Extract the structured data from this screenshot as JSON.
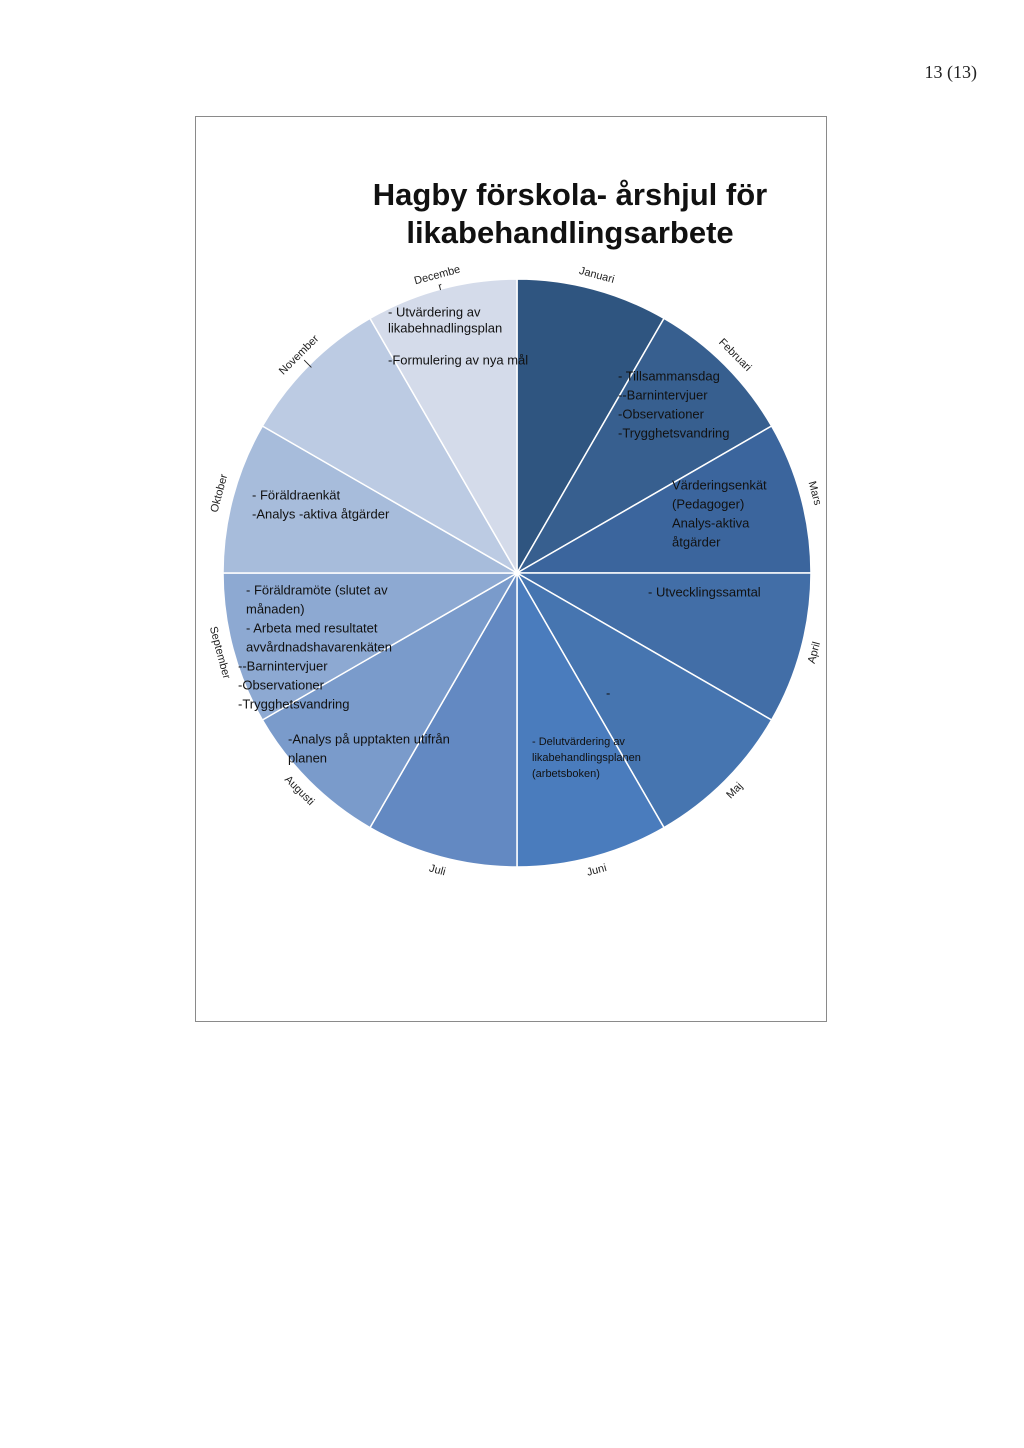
{
  "page": {
    "number": "13 (13)"
  },
  "wheel": {
    "title_line1": "Hagby förskola- årshjul för",
    "title_line2": "likabehandlingsarbete",
    "colors": {
      "januari": "#2f5580",
      "februari": "#375f8f",
      "mars": "#3b659d",
      "april": "#426ea7",
      "maj": "#4675b0",
      "juni": "#4a7cbd",
      "juli": "#6389c2",
      "augusti": "#7a9bcb",
      "september": "#8da9d2",
      "oktober": "#a7bcdb",
      "november": "#bccbe3",
      "december": "#d4dbea",
      "divider": "#ffffff"
    },
    "months": [
      {
        "key": "januari",
        "label": "Januari",
        "lines": []
      },
      {
        "key": "februari",
        "label": "Februari",
        "lines": [
          "- Tillsammansdag",
          "--Barnintervjuer",
          "-Observationer",
          "-Trygghetsvandring"
        ]
      },
      {
        "key": "mars",
        "label": "Mars",
        "lines": [
          "Värderingsenkät",
          "(Pedagoger)",
          "Analys-aktiva",
          "åtgärder"
        ]
      },
      {
        "key": "april",
        "label": "April",
        "lines": [
          "- Utvecklingssamtal"
        ]
      },
      {
        "key": "maj",
        "label": "Maj",
        "lines": [
          "-"
        ]
      },
      {
        "key": "juni",
        "label": "Juni",
        "lines": [
          "- Delutvärdering av",
          "likabehandlingsplanen",
          "(arbetsboken)"
        ]
      },
      {
        "key": "juli",
        "label": "Juli",
        "lines": []
      },
      {
        "key": "augusti",
        "label": "Augusti",
        "lines": [
          "-Analys på upptakten utifrån",
          "planen"
        ]
      },
      {
        "key": "september",
        "label": "September",
        "lines": [
          "- Föräldramöte (slutet av",
          "månaden)",
          "- Arbeta med resultatet",
          "avvårdnadshavarenkäten",
          "--Barnintervjuer",
          "-Observationer",
          "-Trygghetsvandring"
        ]
      },
      {
        "key": "oktober",
        "label": "Oktober",
        "lines": [
          "- Föräldraenkät",
          "-Analys -aktiva åtgärder"
        ]
      },
      {
        "key": "november",
        "label": "November",
        "label2": "|",
        "lines": []
      },
      {
        "key": "december",
        "label": "Decembe",
        "label2": "r",
        "lines": [
          "- Utvärdering av",
          "likabehnadlingsplan",
          "-Formulering av nya mål"
        ]
      }
    ]
  }
}
